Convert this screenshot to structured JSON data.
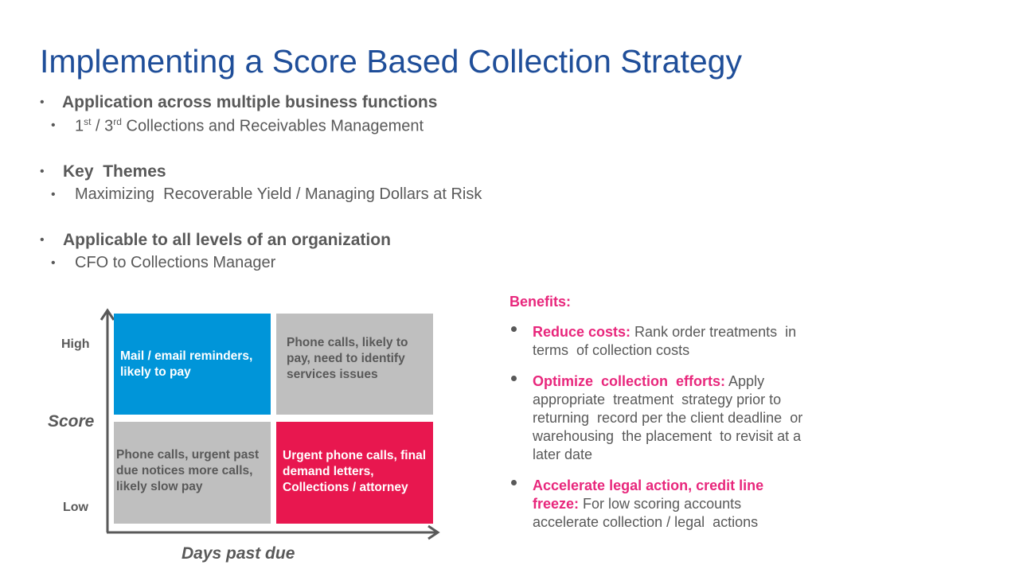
{
  "title": "Implementing a Score Based Collection Strategy",
  "bullets": [
    {
      "heading": "Application across multiple business functions",
      "sub_parts": [
        "1",
        "st",
        " / 3",
        "rd",
        " Collections and Receivables Management"
      ]
    },
    {
      "heading": "Key  Themes",
      "sub": "Maximizing  Recoverable Yield / Managing Dollars at Risk"
    },
    {
      "heading": "Applicable to all levels of an organization",
      "sub": "CFO to Collections Manager"
    }
  ],
  "matrix": {
    "y_axis_title": "Score",
    "x_axis_title": "Days past due",
    "y_high": "High",
    "y_low": "Low",
    "quadrants": {
      "high_low_days": "Mail / email reminders, likely to pay",
      "high_high_days": "Phone calls, likely to pay, need to identify services issues",
      "low_low_days": "Phone calls, urgent past due notices more calls, likely slow pay",
      "low_high_days": "Urgent phone calls, final demand letters, Collections / attorney"
    },
    "colors": {
      "blue": "#0095d9",
      "gray": "#bfbfbf",
      "red": "#e8174f"
    }
  },
  "benefits": {
    "title": "Benefits:",
    "items": [
      {
        "label": "Reduce costs:",
        "text": " Rank order treatments  in terms  of collection costs"
      },
      {
        "label": "Optimize  collection  efforts:",
        "text": " Apply appropriate  treatment  strategy prior to returning  record per the client deadline  or warehousing  the placement  to revisit at a later date"
      },
      {
        "label": "Accelerate legal action, credit line freeze:",
        "text": " For low scoring accounts accelerate collection / legal  actions"
      }
    ],
    "accent": "#e8277c"
  }
}
